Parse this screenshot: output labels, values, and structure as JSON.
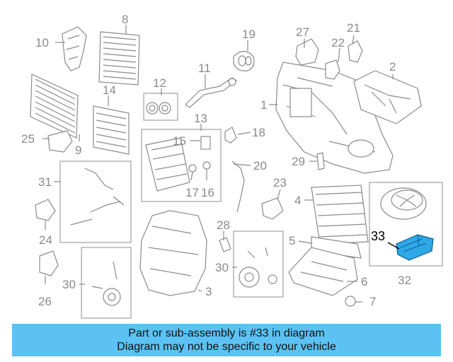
{
  "labels": {
    "l1": "1",
    "l2": "2",
    "l3": "3",
    "l4": "4",
    "l5": "5",
    "l6": "6",
    "l7": "7",
    "l8": "8",
    "l9": "9",
    "l10": "10",
    "l11": "11",
    "l12": "12",
    "l13": "13",
    "l14": "14",
    "l15": "15",
    "l16": "16",
    "l17": "17",
    "l18": "18",
    "l19": "19",
    "l20": "20",
    "l21": "21",
    "l22": "22",
    "l23": "23",
    "l24": "24",
    "l25": "25",
    "l26": "26",
    "l27": "27",
    "l28": "28",
    "l29": "29",
    "l30a": "30",
    "l30b": "30",
    "l31": "31",
    "l32": "32",
    "l33": "33"
  },
  "highlight": {
    "color": "#2fa8e8"
  },
  "banner": {
    "line1": "Part or sub-assembly is #33 in diagram",
    "line2": "Diagram may not be specific to your vehicle",
    "color": "#5bc2f3"
  }
}
